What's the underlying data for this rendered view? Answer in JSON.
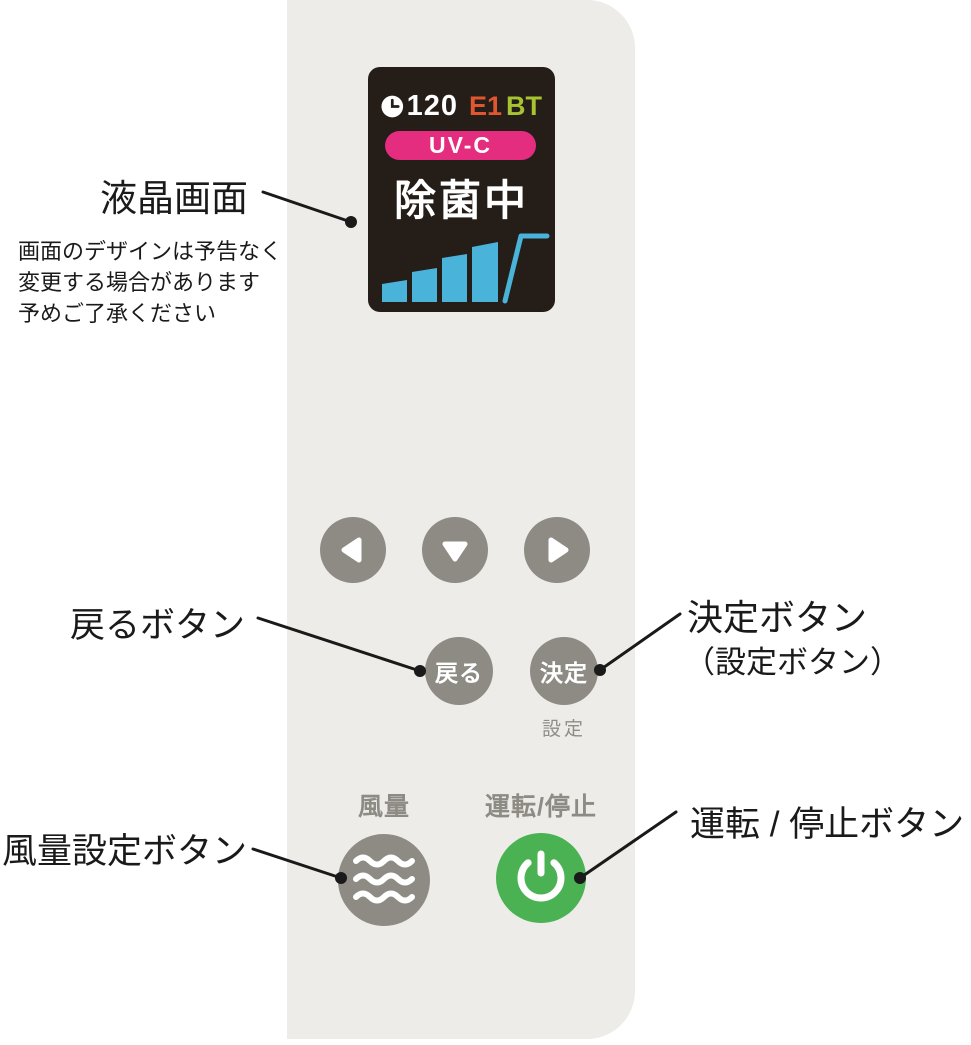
{
  "device": {
    "lcd": {
      "timer_value": "120",
      "error_code": "E1",
      "bluetooth_label": "BT",
      "mode_badge": "UV-C",
      "status_text": "除菌中",
      "fan_level": 4,
      "fan_level_max": 5
    },
    "buttons": {
      "back_label": "戻る",
      "enter_label": "決定",
      "enter_sub_label": "設定",
      "fan_title": "風量",
      "power_title": "運転/停止"
    }
  },
  "callouts": {
    "lcd": "液晶画面",
    "lcd_note_lines": [
      "画面のデザインは予告なく",
      "変更する場合があります",
      "予めご了承ください"
    ],
    "back": "戻るボタン",
    "enter": "決定ボタン",
    "enter_sub": "（設定ボタン）",
    "fan": "風量設定ボタン",
    "power": "運転 / 停止ボタン"
  },
  "colors": {
    "panel": "#edece8",
    "lcd_bg": "#251d18",
    "badge_pink": "#e52d80",
    "error_orange": "#e0562f",
    "bt_lime": "#a8c331",
    "bar_blue": "#49b3da",
    "button_gray": "#8e8b85",
    "power_green": "#4bb254",
    "callout_black": "#1a1a1a"
  }
}
